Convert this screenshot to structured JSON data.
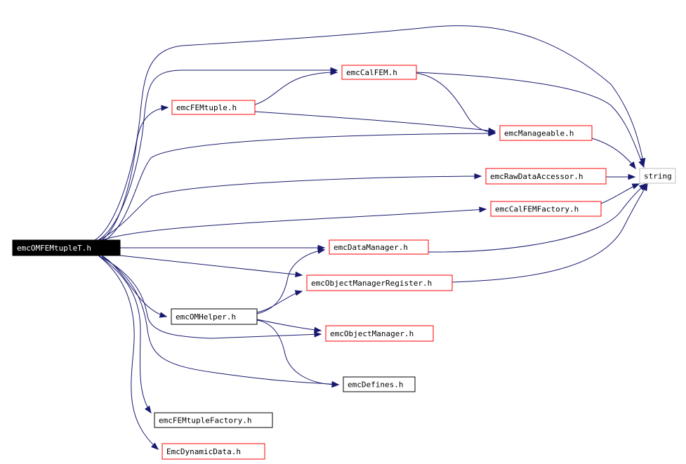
{
  "root": {
    "id": "root",
    "label": "emcOMFEMtupleT.h"
  },
  "nodes": [
    {
      "id": "calfem",
      "label": "emcCalFEM.h",
      "border": "#ff0000"
    },
    {
      "id": "femtuple",
      "label": "emcFEMtuple.h",
      "border": "#ff0000"
    },
    {
      "id": "manageable",
      "label": "emcManageable.h",
      "border": "#ff0000"
    },
    {
      "id": "rawdata",
      "label": "emcRawDataAccessor.h",
      "border": "#ff0000"
    },
    {
      "id": "string",
      "label": "string",
      "border": "#bfbfbf"
    },
    {
      "id": "calfemfactory",
      "label": "emcCalFEMFactory.h",
      "border": "#ff0000"
    },
    {
      "id": "datamanager",
      "label": "emcDataManager.h",
      "border": "#ff0000"
    },
    {
      "id": "omregister",
      "label": "emcObjectManagerRegister.h",
      "border": "#ff0000"
    },
    {
      "id": "omhelper",
      "label": "emcOMHelper.h",
      "border": "#000000"
    },
    {
      "id": "objmanager",
      "label": "emcObjectManager.h",
      "border": "#ff0000"
    },
    {
      "id": "defines",
      "label": "emcDefines.h",
      "border": "#000000"
    },
    {
      "id": "femtuplefactory",
      "label": "emcFEMtupleFactory.h",
      "border": "#000000"
    },
    {
      "id": "dynamicdata",
      "label": "EmcDynamicData.h",
      "border": "#ff0000"
    }
  ],
  "edges": [
    [
      "root",
      "calfem"
    ],
    [
      "root",
      "femtuple"
    ],
    [
      "root",
      "manageable"
    ],
    [
      "root",
      "rawdata"
    ],
    [
      "root",
      "string"
    ],
    [
      "root",
      "calfemfactory"
    ],
    [
      "root",
      "datamanager"
    ],
    [
      "root",
      "omregister"
    ],
    [
      "root",
      "omhelper"
    ],
    [
      "root",
      "objmanager"
    ],
    [
      "root",
      "defines"
    ],
    [
      "root",
      "femtuplefactory"
    ],
    [
      "root",
      "dynamicdata"
    ],
    [
      "calfem",
      "manageable"
    ],
    [
      "calfem",
      "string"
    ],
    [
      "femtuple",
      "calfem"
    ],
    [
      "femtuple",
      "manageable"
    ],
    [
      "manageable",
      "string"
    ],
    [
      "rawdata",
      "string"
    ],
    [
      "calfemfactory",
      "string"
    ],
    [
      "datamanager",
      "string"
    ],
    [
      "omregister",
      "string"
    ],
    [
      "omhelper",
      "omregister"
    ],
    [
      "omhelper",
      "datamanager"
    ],
    [
      "omhelper",
      "objmanager"
    ],
    [
      "omhelper",
      "defines"
    ]
  ],
  "colors": {
    "edge": "#191970",
    "root_fill": "#000000",
    "root_text": "#ffffff"
  }
}
